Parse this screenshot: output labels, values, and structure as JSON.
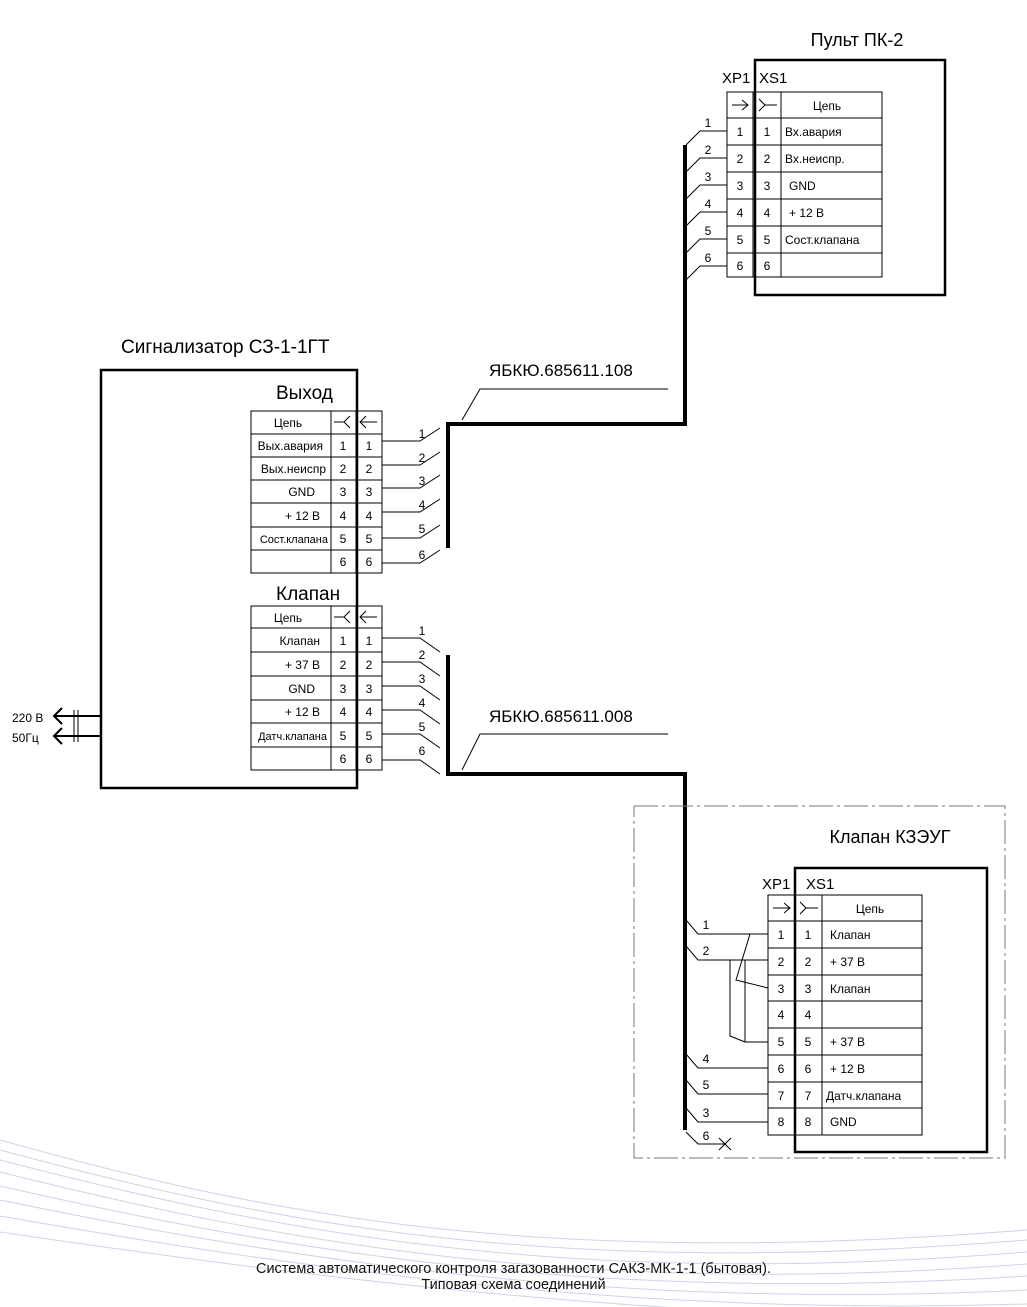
{
  "blocks": {
    "remote": {
      "title": "Пульт ПК-2",
      "conn_plug": "XP1",
      "conn_socket": "XS1",
      "header_label": "Цепь",
      "rows": [
        {
          "pin_a": "1",
          "pin_b": "1",
          "circuit": "Вх.авария"
        },
        {
          "pin_a": "2",
          "pin_b": "2",
          "circuit": "Вх.неиспр."
        },
        {
          "pin_a": "3",
          "pin_b": "3",
          "circuit": "GND"
        },
        {
          "pin_a": "4",
          "pin_b": "4",
          "circuit": "+ 12 В"
        },
        {
          "pin_a": "5",
          "pin_b": "5",
          "circuit": "Сост.клапана"
        },
        {
          "pin_a": "6",
          "pin_b": "6",
          "circuit": ""
        }
      ]
    },
    "signaller": {
      "title": "Сигнализатор СЗ-1-1ГТ",
      "output": {
        "title": "Выход",
        "header_label": "Цепь",
        "rows": [
          {
            "circuit": "Вых.авария",
            "pin_a": "1",
            "pin_b": "1"
          },
          {
            "circuit": "Вых.неиспр",
            "pin_a": "2",
            "pin_b": "2"
          },
          {
            "circuit": "GND",
            "pin_a": "3",
            "pin_b": "3"
          },
          {
            "circuit": "+ 12 В",
            "pin_a": "4",
            "pin_b": "4"
          },
          {
            "circuit": "Сост.клапана",
            "pin_a": "5",
            "pin_b": "5"
          },
          {
            "circuit": "",
            "pin_a": "6",
            "pin_b": "6"
          }
        ]
      },
      "valve": {
        "title": "Клапан",
        "header_label": "Цепь",
        "rows": [
          {
            "circuit": "Клапан",
            "pin_a": "1",
            "pin_b": "1"
          },
          {
            "circuit": "+ 37 В",
            "pin_a": "2",
            "pin_b": "2"
          },
          {
            "circuit": "GND",
            "pin_a": "3",
            "pin_b": "3"
          },
          {
            "circuit": "+ 12 В",
            "pin_a": "4",
            "pin_b": "4"
          },
          {
            "circuit": "Датч.клапана",
            "pin_a": "5",
            "pin_b": "5"
          },
          {
            "circuit": "",
            "pin_a": "6",
            "pin_b": "6"
          }
        ]
      },
      "power_voltage": "220 В",
      "power_freq": "50Гц"
    },
    "valve_unit": {
      "title": "Клапан КЗЭУГ",
      "conn_plug": "XP1",
      "conn_socket": "XS1",
      "header_label": "Цепь",
      "rows": [
        {
          "pin_a": "1",
          "pin_b": "1",
          "circuit": "Клапан"
        },
        {
          "pin_a": "2",
          "pin_b": "2",
          "circuit": "+ 37 В"
        },
        {
          "pin_a": "3",
          "pin_b": "3",
          "circuit": "Клапан"
        },
        {
          "pin_a": "4",
          "pin_b": "4",
          "circuit": ""
        },
        {
          "pin_a": "5",
          "pin_b": "5",
          "circuit": "+ 37 В"
        },
        {
          "pin_a": "6",
          "pin_b": "6",
          "circuit": "+ 12 В"
        },
        {
          "pin_a": "7",
          "pin_b": "7",
          "circuit": "Датч.клапана"
        },
        {
          "pin_a": "8",
          "pin_b": "8",
          "circuit": "GND"
        }
      ]
    }
  },
  "cables": {
    "upper": {
      "label": "ЯБКЮ.685611.108",
      "left_wires": [
        "1",
        "2",
        "3",
        "4",
        "5",
        "6"
      ],
      "right_wires": [
        "1",
        "2",
        "3",
        "4",
        "5",
        "6"
      ]
    },
    "lower": {
      "label": "ЯБКЮ.685611.008",
      "left_wires": [
        "1",
        "2",
        "3",
        "4",
        "5",
        "6"
      ],
      "right_wires": [
        "1",
        "2",
        "4",
        "5",
        "3",
        "6"
      ]
    }
  },
  "caption": {
    "line1": "Система автоматического контроля загазованности САКЗ-МК-1-1 (бытовая).",
    "line2": "Типовая схема соединений"
  }
}
